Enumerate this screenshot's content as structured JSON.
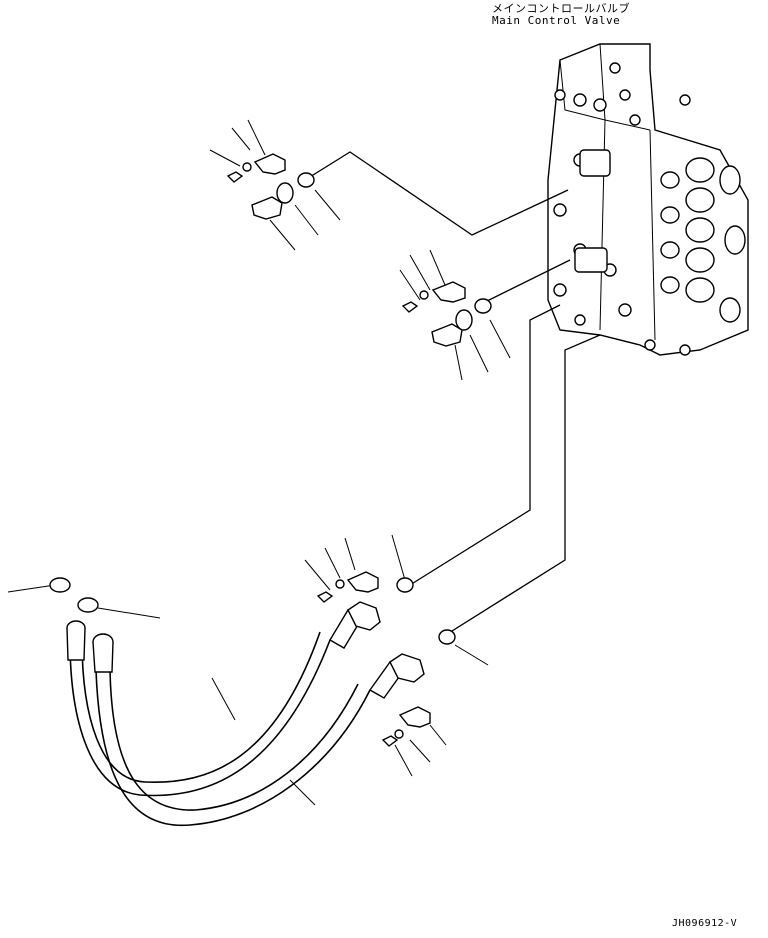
{
  "labels": {
    "title_jp": "メインコントロールバルブ",
    "title_en": "Main Control Valve",
    "drawing_number": "JH096912-V"
  },
  "components": {
    "main_valve_icon": "main-control-valve-icon",
    "hose_icon": "hydraulic-hose-icon",
    "flange_icon": "split-flange-icon",
    "oring_icon": "o-ring-icon",
    "bolt_icon": "bolt-icon",
    "washer_icon": "washer-icon"
  },
  "colors": {
    "line": "#000000",
    "background": "#ffffff"
  }
}
